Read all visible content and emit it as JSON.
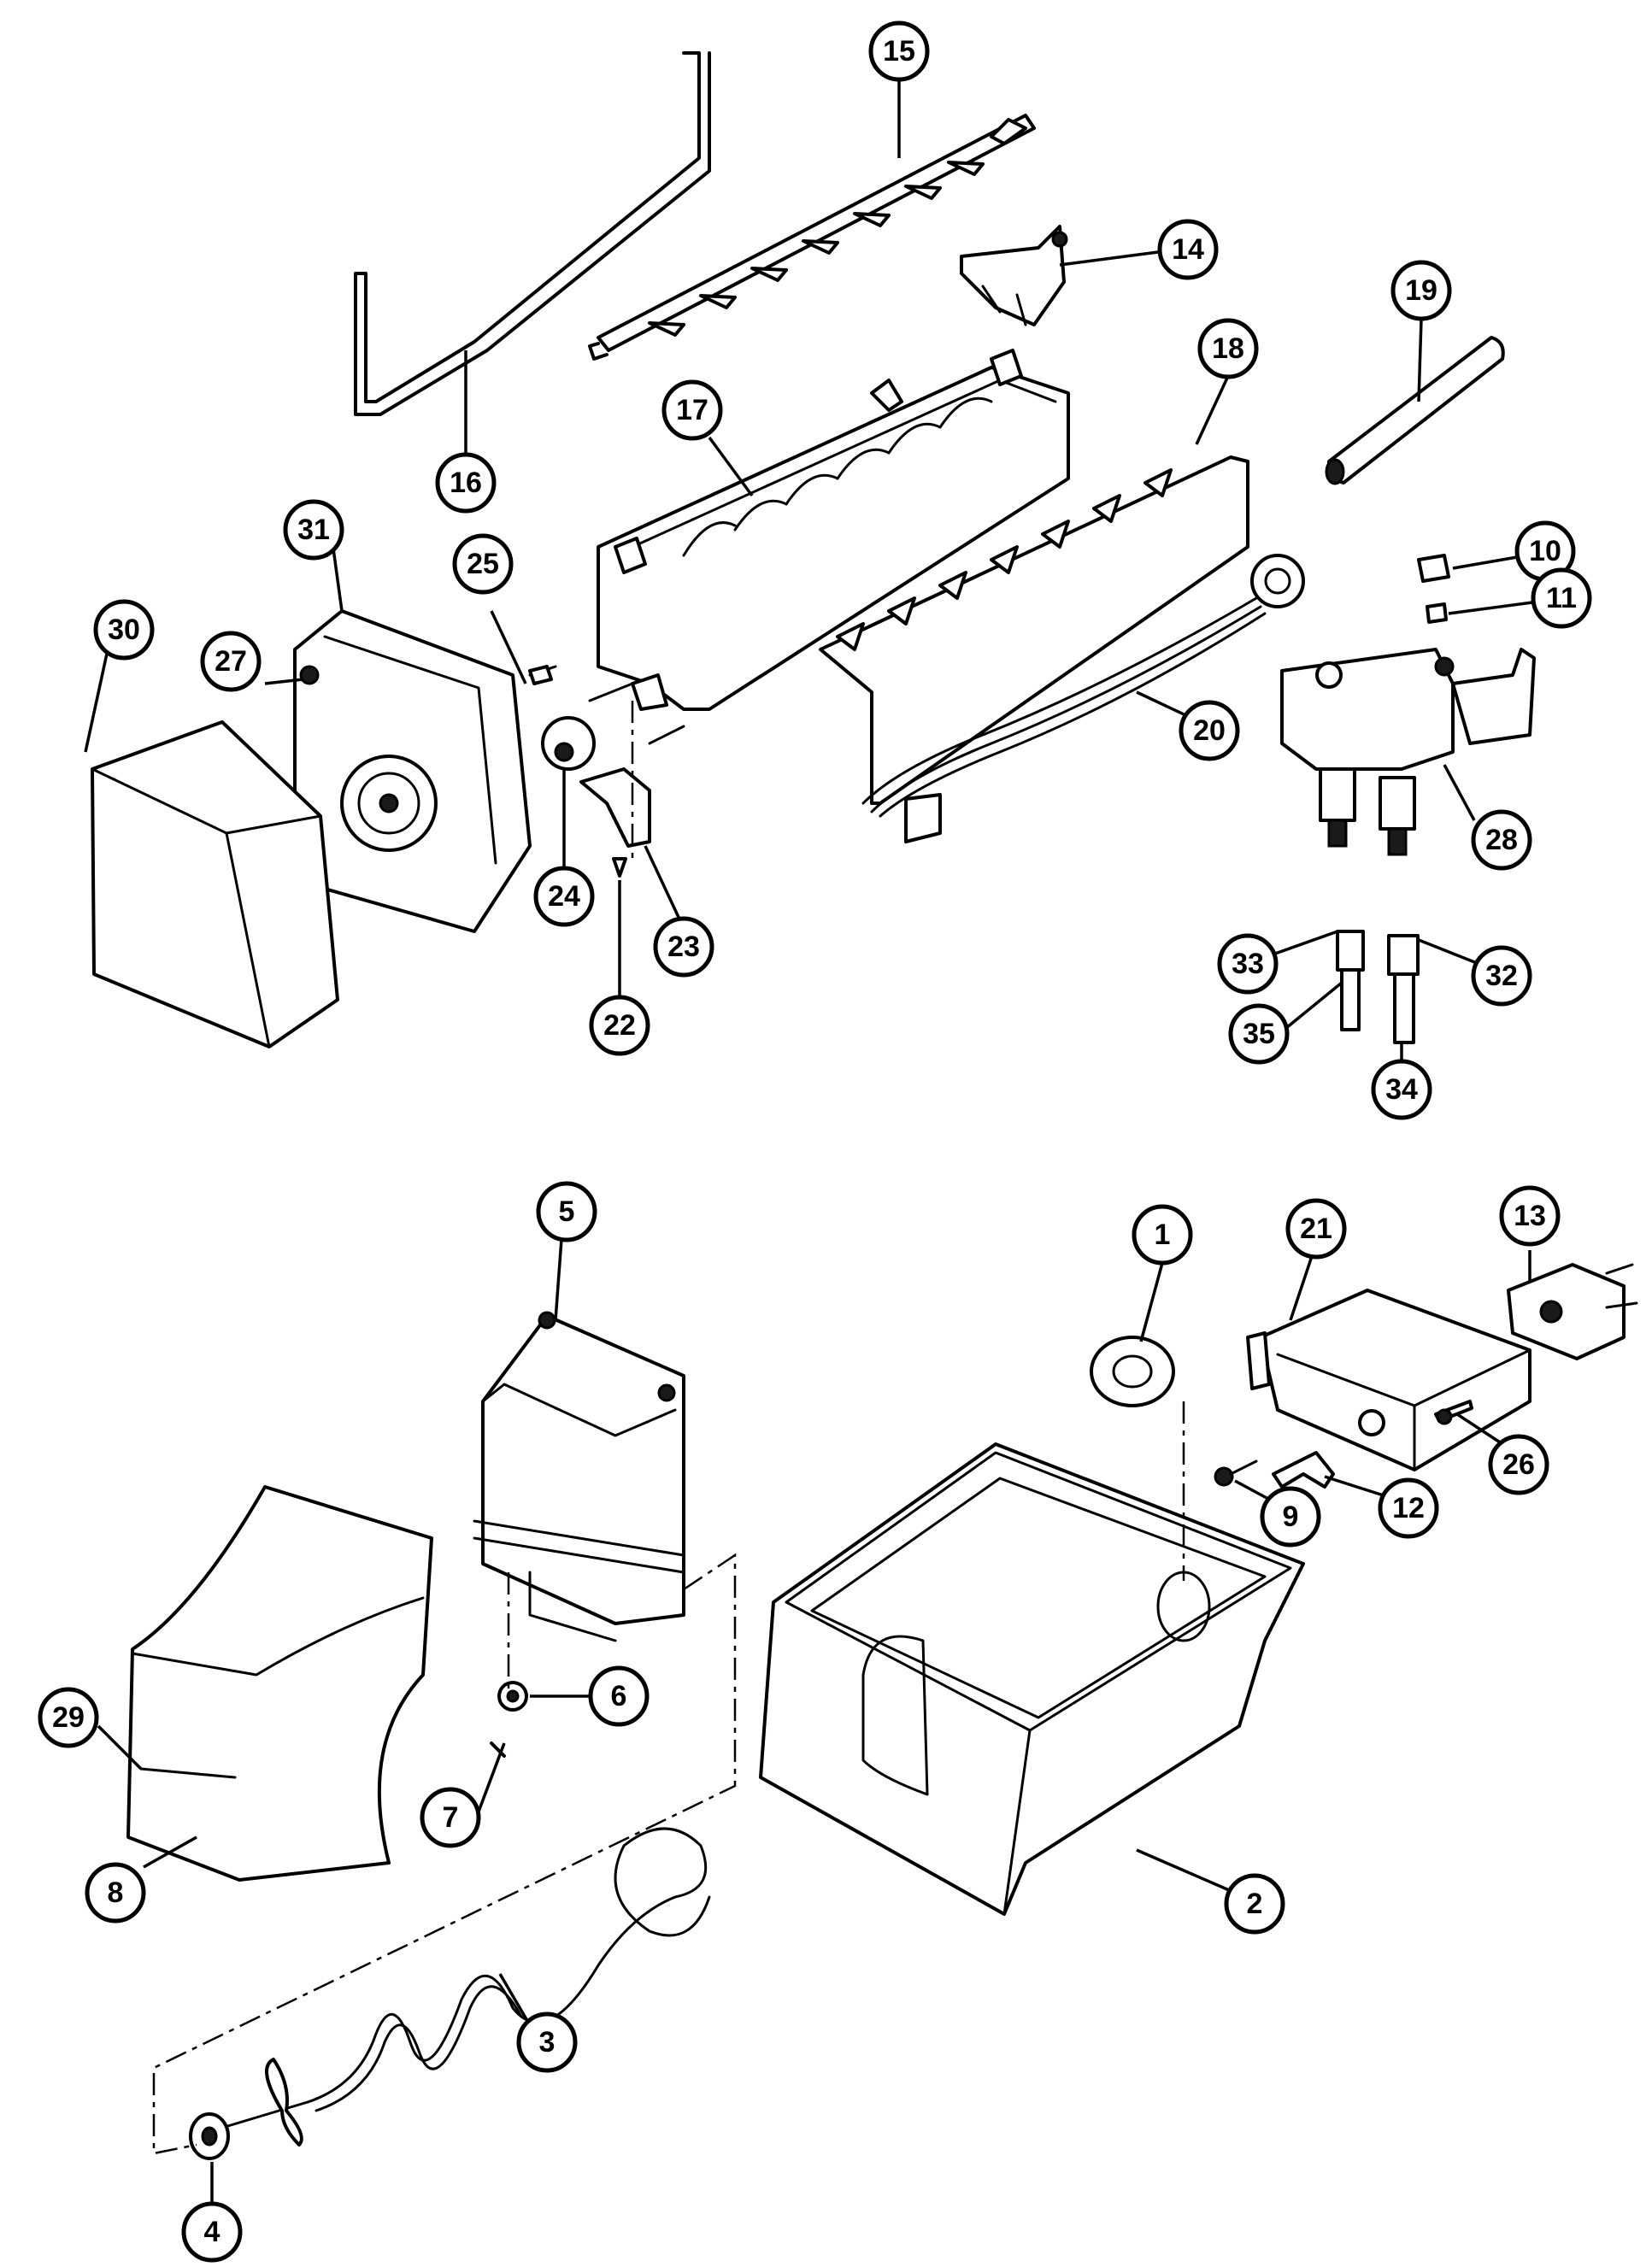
{
  "diagram": {
    "style": "exploded-parts",
    "colors": {
      "ink": "#000000",
      "paper": "#ffffff"
    },
    "callouts": [
      {
        "id": "c1",
        "label": "1"
      },
      {
        "id": "c2",
        "label": "2"
      },
      {
        "id": "c3",
        "label": "3"
      },
      {
        "id": "c4",
        "label": "4"
      },
      {
        "id": "c5",
        "label": "5"
      },
      {
        "id": "c6",
        "label": "6"
      },
      {
        "id": "c7",
        "label": "7"
      },
      {
        "id": "c8",
        "label": "8"
      },
      {
        "id": "c9",
        "label": "9"
      },
      {
        "id": "c10",
        "label": "10"
      },
      {
        "id": "c11",
        "label": "11"
      },
      {
        "id": "c12",
        "label": "12"
      },
      {
        "id": "c13",
        "label": "13"
      },
      {
        "id": "c14",
        "label": "14"
      },
      {
        "id": "c15",
        "label": "15"
      },
      {
        "id": "c16",
        "label": "16"
      },
      {
        "id": "c17",
        "label": "17"
      },
      {
        "id": "c18",
        "label": "18"
      },
      {
        "id": "c19",
        "label": "19"
      },
      {
        "id": "c20",
        "label": "20"
      },
      {
        "id": "c21",
        "label": "21"
      },
      {
        "id": "c22",
        "label": "22"
      },
      {
        "id": "c23",
        "label": "23"
      },
      {
        "id": "c24",
        "label": "24"
      },
      {
        "id": "c25",
        "label": "25"
      },
      {
        "id": "c26",
        "label": "26"
      },
      {
        "id": "c27",
        "label": "27"
      },
      {
        "id": "c28",
        "label": "28"
      },
      {
        "id": "c29",
        "label": "29"
      },
      {
        "id": "c30",
        "label": "30"
      },
      {
        "id": "c31",
        "label": "31"
      },
      {
        "id": "c32",
        "label": "32"
      },
      {
        "id": "c33",
        "label": "33"
      },
      {
        "id": "c34",
        "label": "34"
      },
      {
        "id": "c35",
        "label": "35"
      }
    ]
  }
}
